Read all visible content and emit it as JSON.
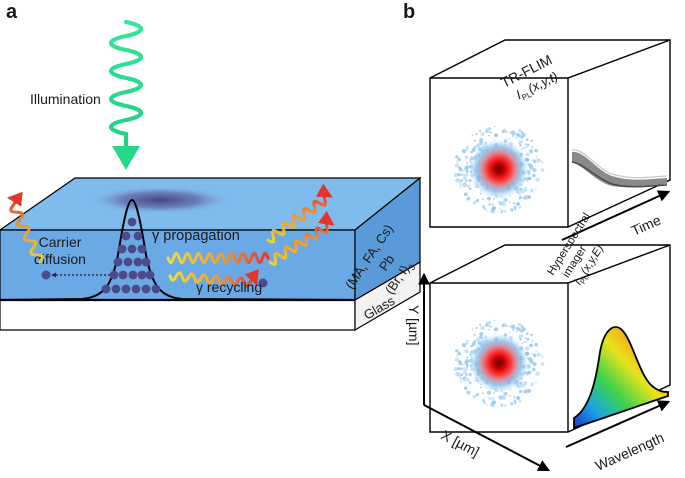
{
  "panels": {
    "a": {
      "letter": "a",
      "illumination": "Illumination",
      "carrier_line1": "Carrier",
      "carrier_line2": "diffusion",
      "propagation": "γ propagation",
      "recycling": "γ recycling",
      "composition_line1": "(MA, FA, Cs)",
      "composition_line2": "Pb",
      "composition_line3": "(Br, I)",
      "composition_sub": "3",
      "substrate": "Glass"
    },
    "b": {
      "letter": "b",
      "top_title": "TR-FLIM",
      "top_formula": "I",
      "top_formula_sub": "PL",
      "top_formula_args": "(x,y,t)",
      "bottom_line1": "Hyperspectral",
      "bottom_line2": "imager",
      "bottom_formula": "I",
      "bottom_formula_sub": "PL",
      "bottom_formula_args": "(x,y,E)",
      "axis_time": "Time",
      "axis_wavelength": "Wavelength",
      "axis_x": "X [µm]",
      "axis_y": "Y [µm]"
    }
  },
  "colors": {
    "film_top": "#7ab5ec",
    "film_front": "#6aa8e6",
    "film_side": "#5b9ad8",
    "glass": "#ffffff",
    "light_wave": "#2ede8f",
    "particle": "#4b4b8c",
    "outline": "#000000"
  }
}
